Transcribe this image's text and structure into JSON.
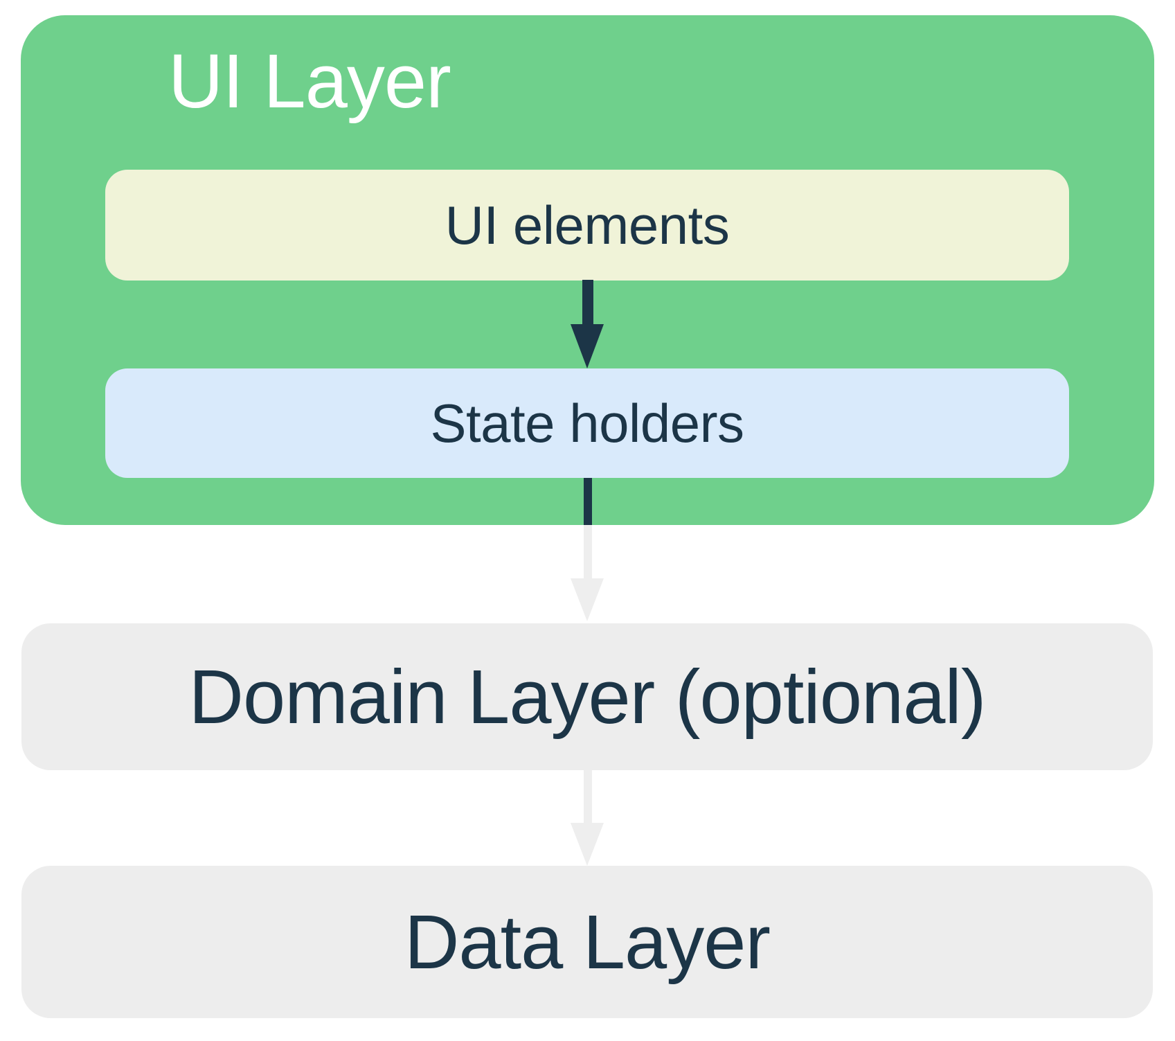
{
  "colors": {
    "background": "#FFFFFF",
    "ui_layer_bg": "#6FD08C",
    "ui_elements_bg": "#F0F3D8",
    "state_holders_bg": "#D9EAFB",
    "layer_box_bg": "#EDEDED",
    "arrow_dark": "#1C3547",
    "arrow_light": "#EEEEEE",
    "ui_layer_title_text": "#FFFFFF",
    "label_text": "#1C3547"
  },
  "boxes": {
    "ui_layer": {
      "label": "UI Layer"
    },
    "ui_elements": {
      "label": "UI elements"
    },
    "state_holders": {
      "label": "State holders"
    },
    "domain_layer": {
      "label": "Domain Layer (optional)"
    },
    "data_layer": {
      "label": "Data Layer"
    }
  },
  "arrows": [
    {
      "name": "ui-elements-to-state-holders",
      "from": "ui_elements",
      "to": "state_holders",
      "style": "dark"
    },
    {
      "name": "state-holders-to-domain-layer",
      "from": "state_holders",
      "to": "domain_layer",
      "style": "dark-then-light"
    },
    {
      "name": "domain-layer-to-data-layer",
      "from": "domain_layer",
      "to": "data_layer",
      "style": "light"
    }
  ]
}
